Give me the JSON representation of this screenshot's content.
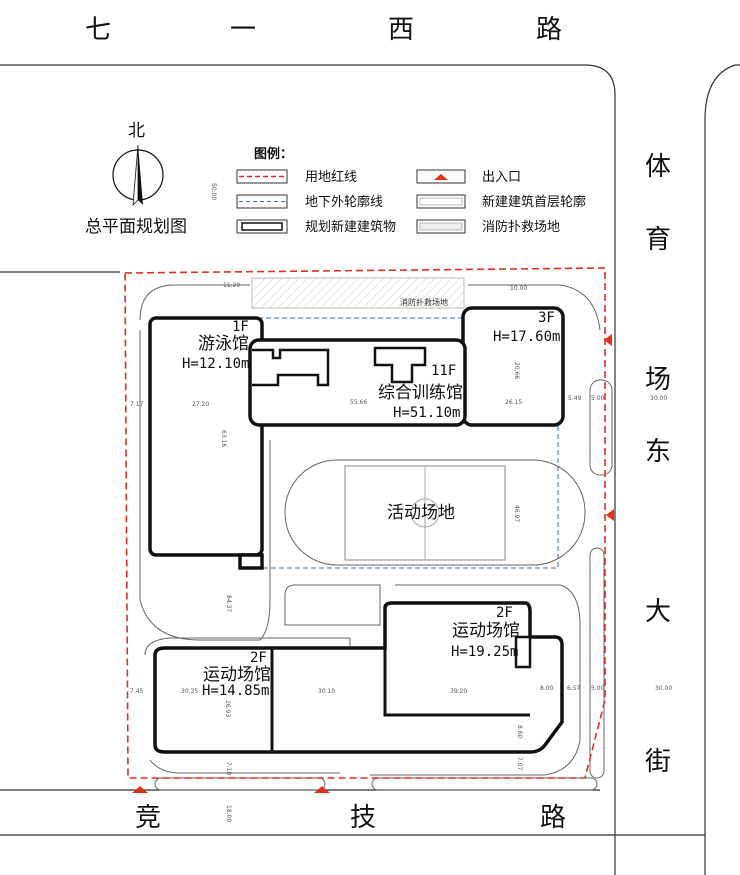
{
  "roads": {
    "north": [
      "七",
      "一",
      "西",
      "路"
    ],
    "east": [
      "体",
      "育",
      "场",
      "东",
      "大",
      "街"
    ],
    "south": [
      "竞",
      "技",
      "路"
    ]
  },
  "compass": {
    "label": "北"
  },
  "title": "总平面规划图",
  "legend": {
    "heading": "图例：",
    "items": [
      {
        "label": "用地红线",
        "color": "#e0301e"
      },
      {
        "label": "地下外轮廓线",
        "color": "#3a6fc0"
      },
      {
        "label": "规划新建建筑物"
      },
      {
        "label": "出入口",
        "color": "#e0301e"
      },
      {
        "label": "新建建筑首层轮廓"
      },
      {
        "label": "消防扑救场地"
      }
    ]
  },
  "buildings": {
    "swimming": {
      "floors": "1F",
      "name": "游泳馆",
      "height": "H=12.10m"
    },
    "training": {
      "floors": "11F",
      "name": "综合训练馆",
      "height": "H=51.10m"
    },
    "annex": {
      "floors": "3F",
      "height": "H=17.60m"
    },
    "arena_west": {
      "floors": "2F",
      "name": "运动场馆",
      "height": "H=14.85m"
    },
    "arena_east": {
      "floors": "2F",
      "name": "运动场馆",
      "height": "H=19.25m"
    }
  },
  "areas": {
    "fire": "消防扑救场地",
    "field": "活动场地"
  },
  "dims": [
    "50.00",
    "11.20",
    "10.00",
    "7.17",
    "27.20",
    "63.16",
    "55.66",
    "20.66",
    "26.15",
    "5.49",
    "5.00",
    "30.00",
    "46.97",
    "84.37",
    "7.45",
    "30.35",
    "26.93",
    "30.10",
    "39.20",
    "8.00",
    "6.57",
    "5.00",
    "8.60",
    "7.10",
    "7.07",
    "18.00",
    "30.00"
  ]
}
